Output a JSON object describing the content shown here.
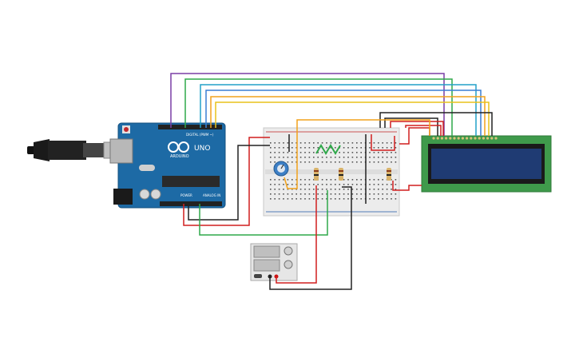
{
  "arduino": {
    "brand": "ARDUINO",
    "model": "UNO",
    "header_digital": "DIGITAL (PWM ~)",
    "header_power": "POWER",
    "header_analog": "ANALOG IN"
  },
  "colors": {
    "arduino_blue": "#1d6aa5",
    "breadboard": "#ececec",
    "lcd_pcb": "#3f9a4b",
    "lcd_screen": "#1f3b73",
    "wire_red": "#d11f1f",
    "wire_black": "#222222",
    "wire_green": "#2fa84a",
    "wire_purple": "#7a3fa6",
    "wire_teal": "#22a0c8",
    "wire_blue": "#3a7fd4",
    "wire_orange": "#f2a21b",
    "wire_yellow": "#e8c21a"
  },
  "components": [
    {
      "name": "arduino-uno"
    },
    {
      "name": "usb-cable"
    },
    {
      "name": "breadboard"
    },
    {
      "name": "potentiometer"
    },
    {
      "name": "resistor"
    },
    {
      "name": "lcd-16x2"
    },
    {
      "name": "power-supply"
    }
  ]
}
